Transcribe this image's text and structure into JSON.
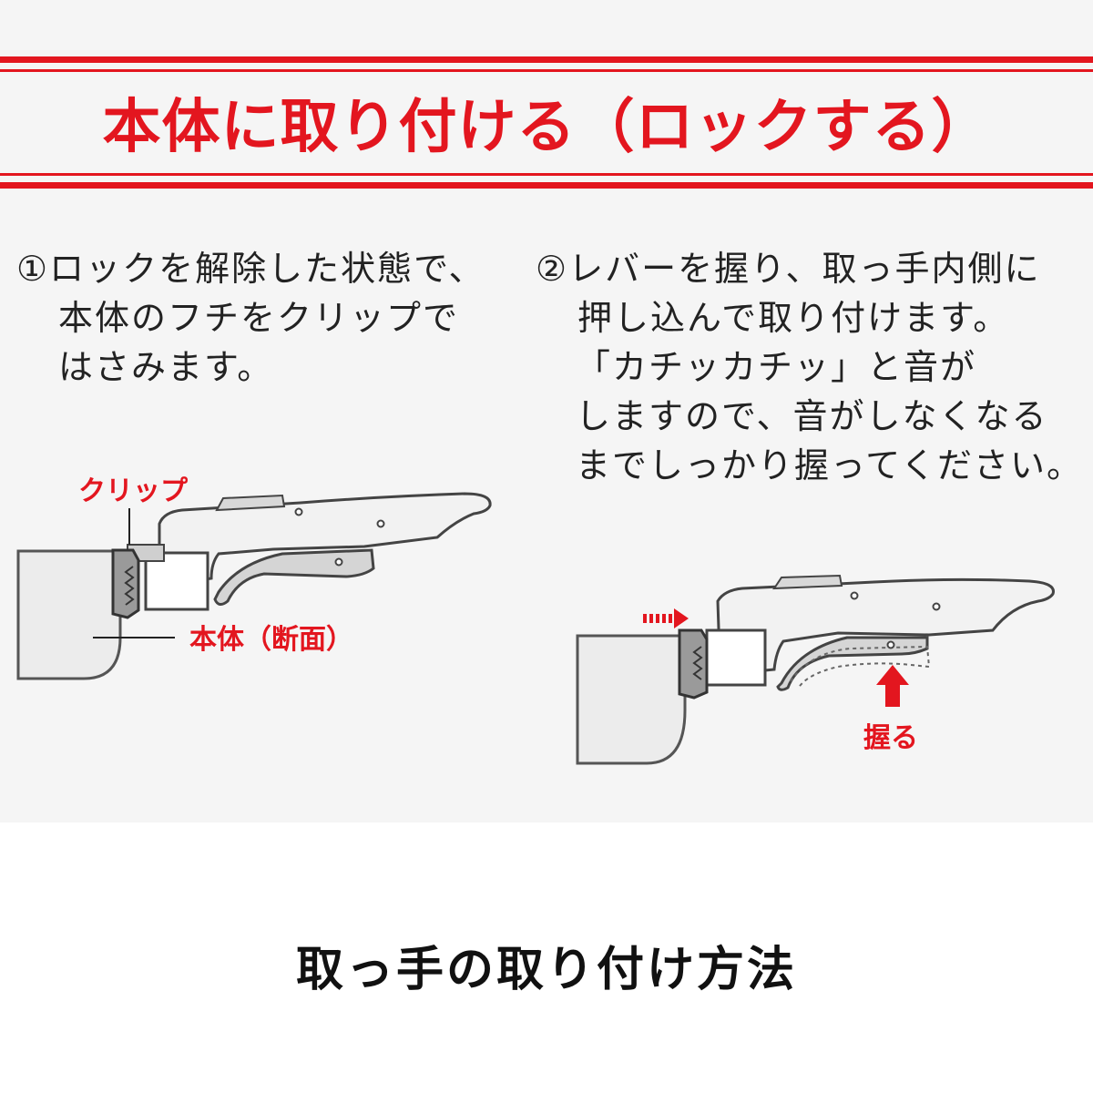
{
  "heading": "本体に取り付ける（ロックする）",
  "step1": {
    "lines": [
      "①ロックを解除した状態で、",
      "本体のフチをクリップで",
      "はさみます。"
    ]
  },
  "step2": {
    "lines": [
      "②レバーを握り、取っ手内側に",
      "押し込んで取り付けます。",
      "「カチッカチッ」と音が",
      "しますので、音がしなくなる",
      "までしっかり握ってください。"
    ]
  },
  "illustration1": {
    "clip_label": "クリップ",
    "body_label": "本体（断面）"
  },
  "illustration2": {
    "grip_label": "握る"
  },
  "caption": "取っ手の取り付け方法",
  "colors": {
    "accent": "#e3161f",
    "panel_bg": "#f5f5f5",
    "text": "#222222"
  }
}
